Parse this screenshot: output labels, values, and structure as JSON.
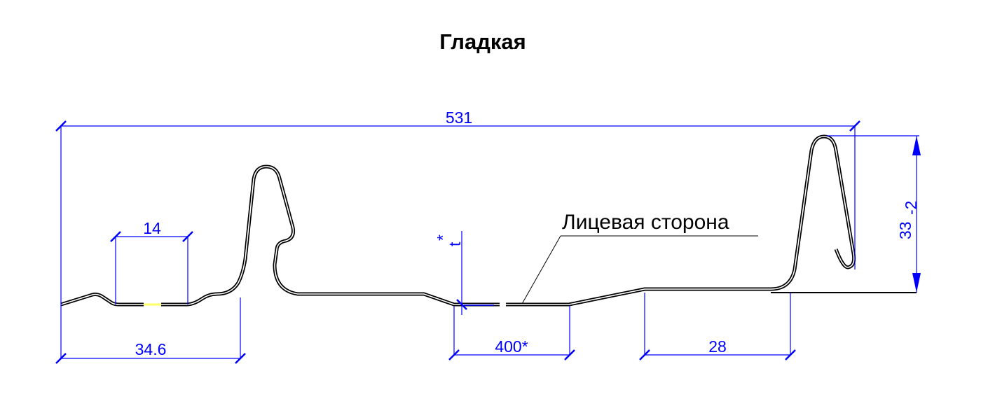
{
  "title": "Гладкая",
  "dimensions": {
    "overall_width": "531",
    "rib_spacing": "14",
    "edge_to_rib": "34.6",
    "flat_width": "400*",
    "lock_flat": "28",
    "height_main": "33",
    "height_tolerance": "-2",
    "thickness": "t",
    "thickness_mark": "*"
  },
  "labels": {
    "face_side": "Лицевая сторона"
  },
  "colors": {
    "dimension": "#0000ff",
    "profile": "#000000",
    "highlight": "#ffff66"
  }
}
